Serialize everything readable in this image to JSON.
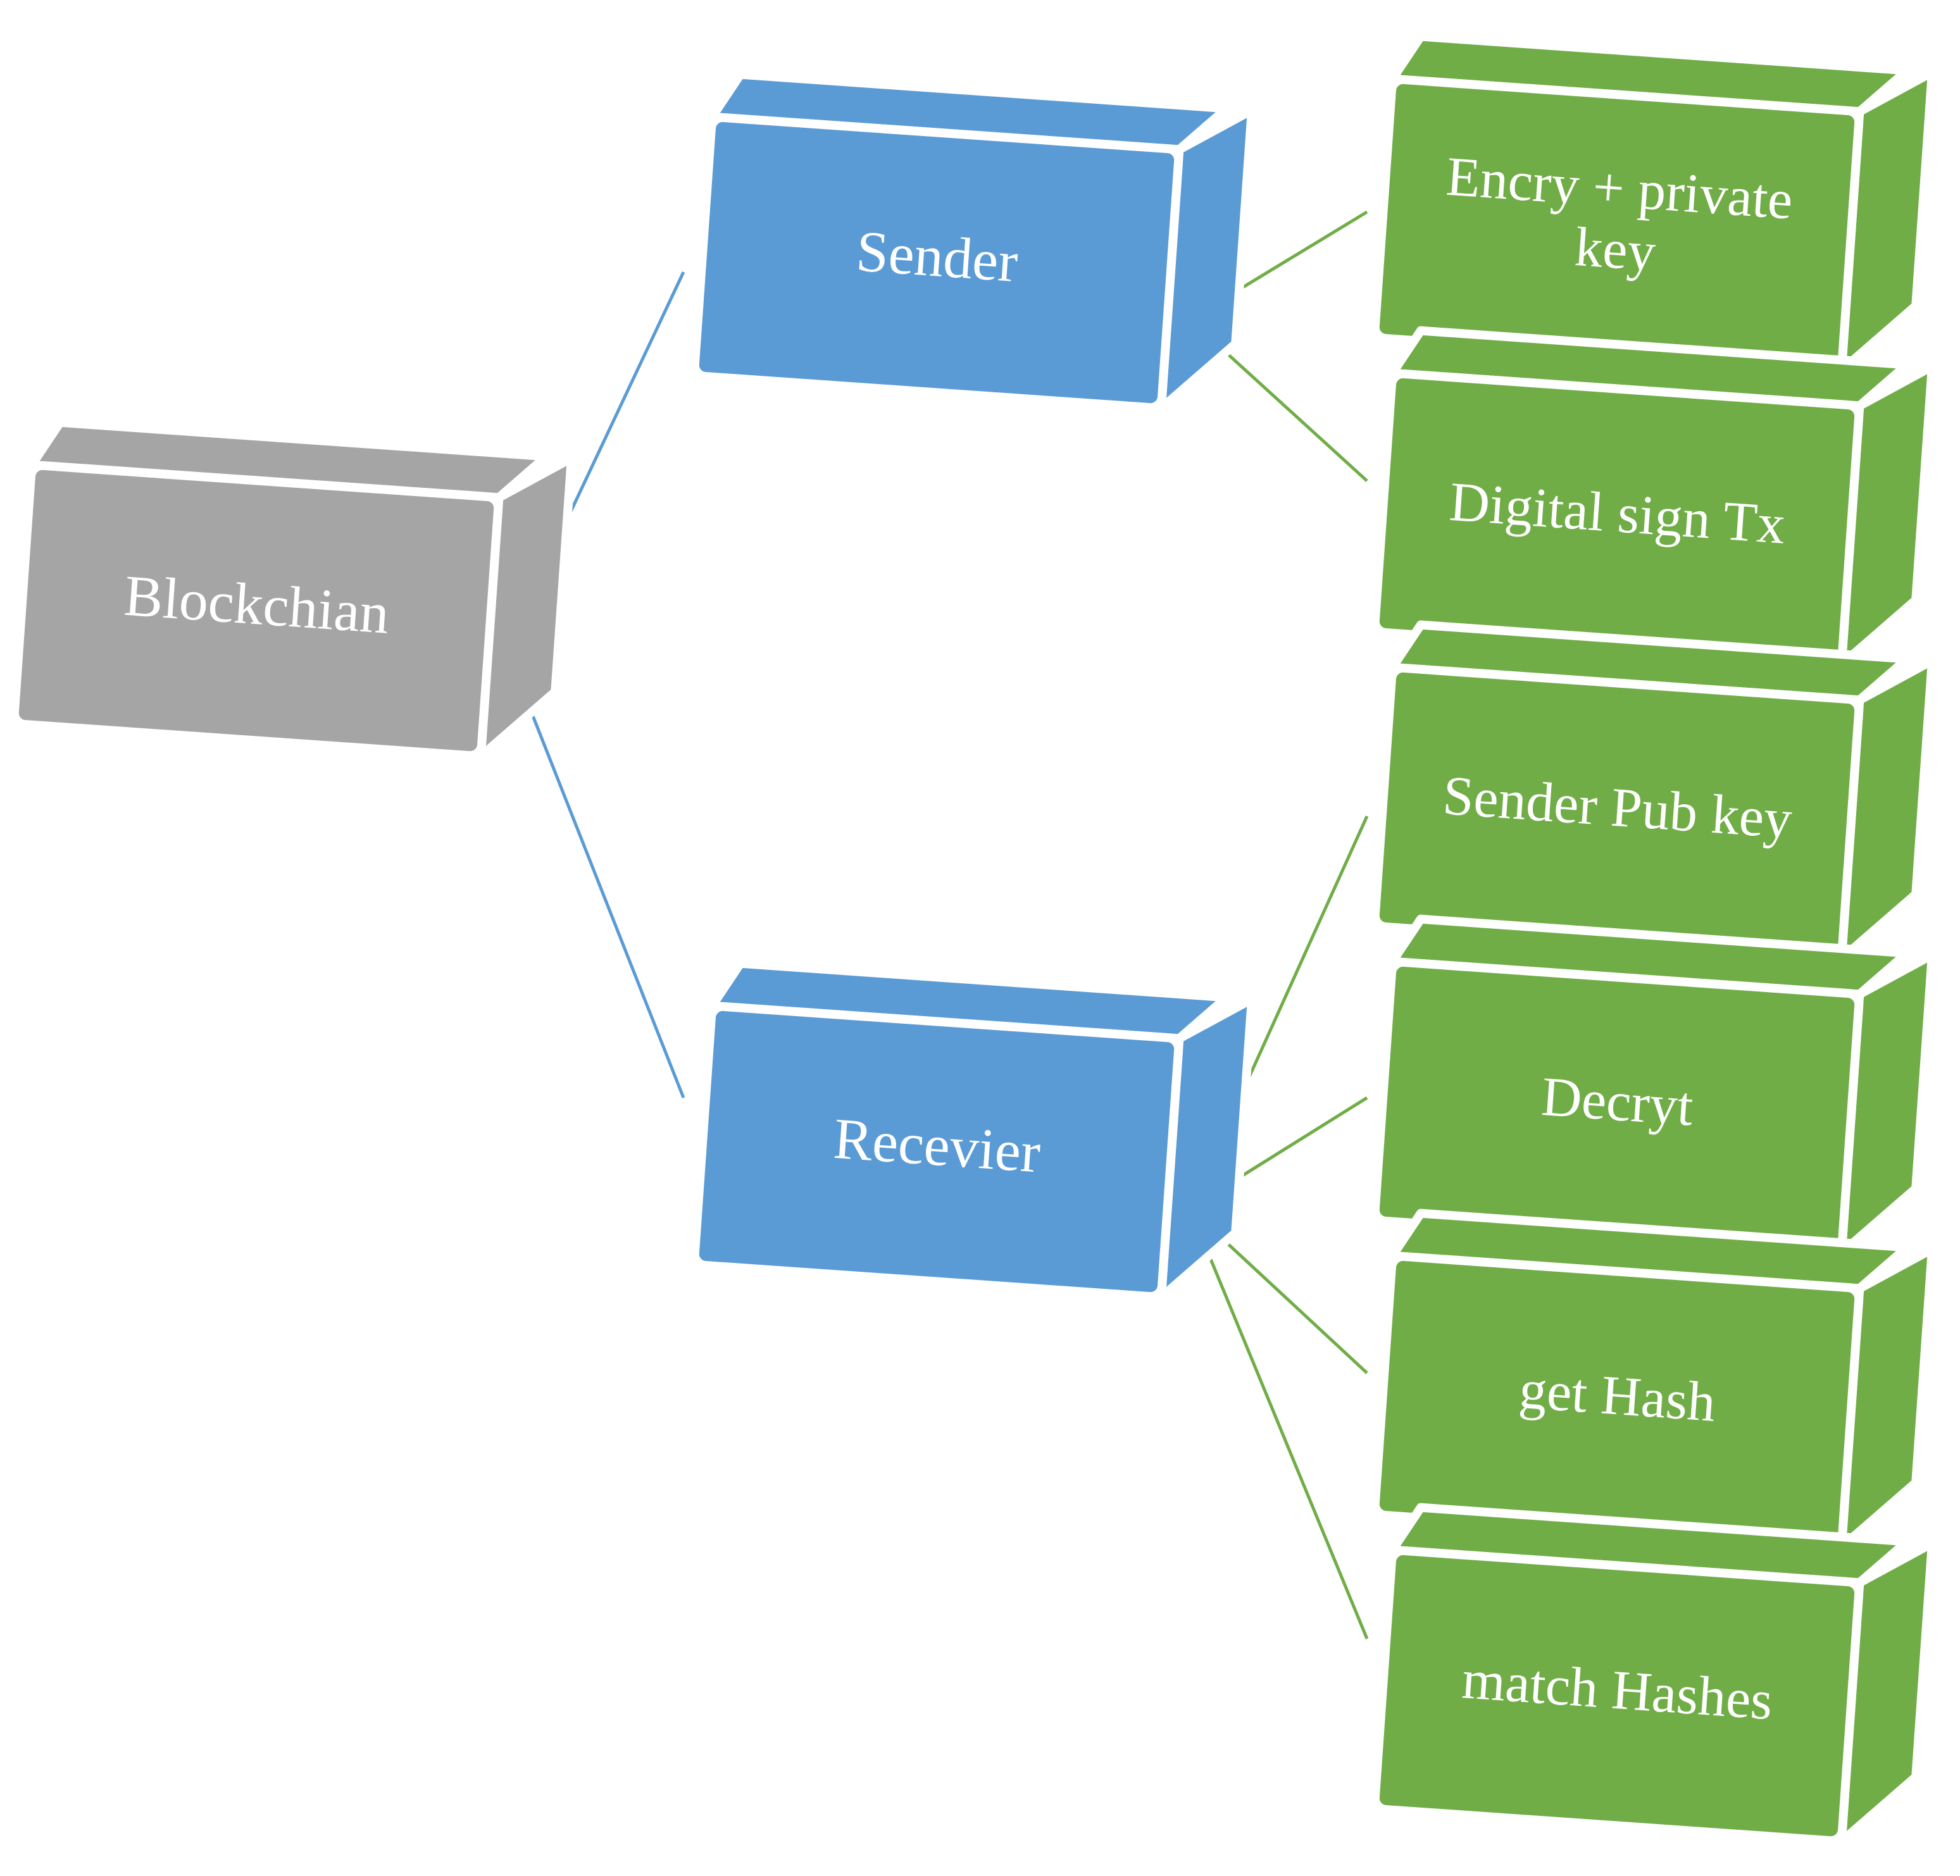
{
  "colors": {
    "gray": {
      "front": "#a5a5a5",
      "top": "#a5a5a5",
      "side": "#a5a5a5",
      "edge": "#ffffff"
    },
    "blue": {
      "front": "#5b9bd5",
      "top": "#5b9bd5",
      "side": "#5b9bd5",
      "edge": "#ffffff"
    },
    "green": {
      "front": "#70ad47",
      "top": "#70ad47",
      "side": "#70ad47",
      "edge": "#ffffff"
    },
    "connector_blue": "#5b9bd5",
    "connector_green": "#70ad47"
  },
  "nodes": [
    {
      "id": "blockchain",
      "label": "Blockchian",
      "color": "gray"
    },
    {
      "id": "sender",
      "label": "Sender",
      "color": "blue"
    },
    {
      "id": "receiver",
      "label": "Recevier",
      "color": "blue"
    },
    {
      "id": "encrypt",
      "label": "Encry + private key",
      "color": "green"
    },
    {
      "id": "digital-sign",
      "label": "Digital sign Tx",
      "color": "green"
    },
    {
      "id": "sender-pub-key",
      "label": "Sender Pub key",
      "color": "green"
    },
    {
      "id": "decrypt",
      "label": "Decryt",
      "color": "green"
    },
    {
      "id": "get-hash",
      "label": "get Hash",
      "color": "green"
    },
    {
      "id": "match-hashes",
      "label": "match Hashes",
      "color": "green"
    }
  ],
  "edges": [
    {
      "from": "blockchain",
      "to": "sender",
      "color": "connector_blue"
    },
    {
      "from": "blockchain",
      "to": "receiver",
      "color": "connector_blue"
    },
    {
      "from": "sender",
      "to": "encrypt",
      "color": "connector_green"
    },
    {
      "from": "sender",
      "to": "digital-sign",
      "color": "connector_green"
    },
    {
      "from": "receiver",
      "to": "sender-pub-key",
      "color": "connector_green"
    },
    {
      "from": "receiver",
      "to": "decrypt",
      "color": "connector_green"
    },
    {
      "from": "receiver",
      "to": "get-hash",
      "color": "connector_green"
    },
    {
      "from": "receiver",
      "to": "match-hashes",
      "color": "connector_green"
    }
  ]
}
